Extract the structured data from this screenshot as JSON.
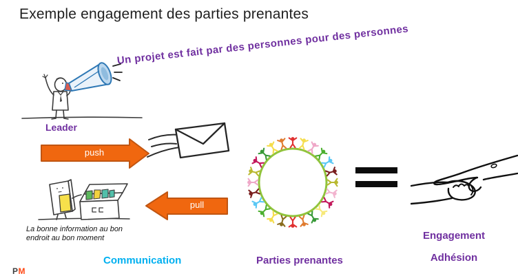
{
  "slide": {
    "title": "Exemple engagement des parties prenantes",
    "tagline": "Un projet est fait par des personnes pour des personnes",
    "leader_label": "Leader",
    "push_label": "push",
    "pull_label": "pull",
    "caption": {
      "line1": "La bonne information au bon",
      "line2": "endroit au bon moment"
    },
    "communication_label": "Communication",
    "stakeholders_label": "Parties prenantes",
    "engagement_label": "Engagement",
    "adhesion_label": "Adhésion",
    "logo": {
      "p": "P",
      "m": "M"
    }
  },
  "colors": {
    "purple": "#7030A0",
    "cyan": "#00B0F0",
    "arrow_fill": "#F0670F",
    "arrow_stroke": "#C05511",
    "ring_green": "#90C43C",
    "megaphone_blue": "#2E78B5",
    "logo_p": "#3F3F3F",
    "logo_m": "#FF4713"
  },
  "icons": {
    "leader": "megaphone-person-illustration",
    "message": "envelope-icon",
    "knowledge_box": "archive-box-illustration",
    "stakeholders": "people-circle-illustration",
    "equals": "equals-sign",
    "agreement": "handshake-illustration"
  },
  "people_circle": {
    "count": 24,
    "colors": [
      "#E03131",
      "#F5DD4D",
      "#EFA8C8",
      "#4CAF2F",
      "#5BC8F5",
      "#7A1F1F",
      "#B9B931",
      "#F2B4CF",
      "#C2185B",
      "#F7E97A",
      "#379937",
      "#E07B2F",
      "#E03131",
      "#8A6D1E",
      "#F5DD4D",
      "#4CAF2F",
      "#5BC8F5",
      "#7A1F1F",
      "#EFA8C8",
      "#B9B931",
      "#C2185B",
      "#379937",
      "#F5DD4D",
      "#E07B2F"
    ]
  }
}
